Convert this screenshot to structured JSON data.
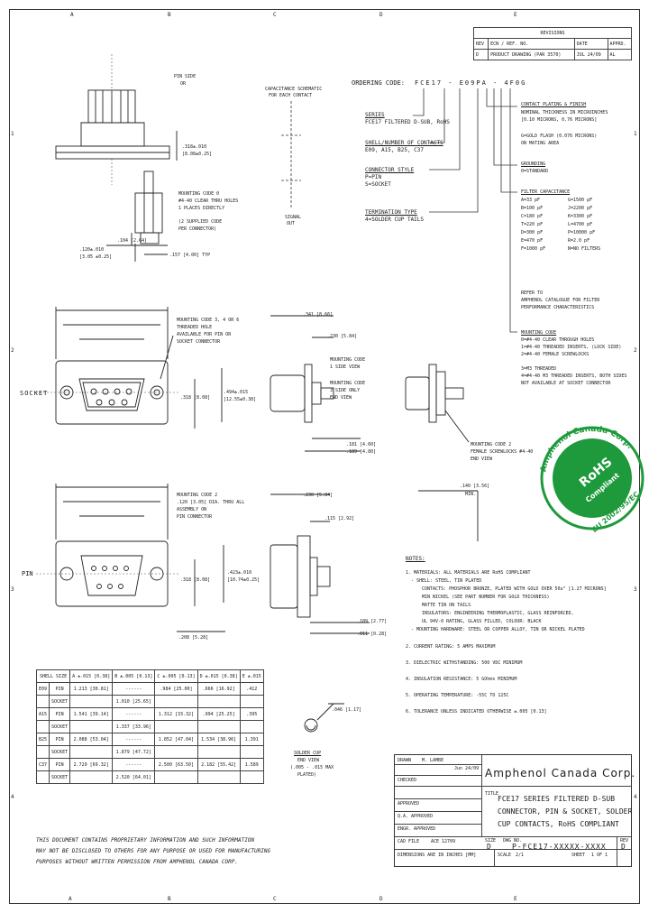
{
  "zones": {
    "columns": [
      "A",
      "B",
      "C",
      "D",
      "E"
    ],
    "rows": [
      "1",
      "2",
      "3",
      "4"
    ]
  },
  "revisions": {
    "title": "REVISIONS",
    "headers": [
      "REV",
      "ECN / REF. NO.",
      "DATE",
      "APPRD."
    ],
    "row": [
      "D",
      "PRODUCT DRAWING (PAR 3570)",
      "JUL 24/09",
      "AL"
    ]
  },
  "ordering": {
    "label": "ORDERING CODE:",
    "code": "FCE17 - E09PA - 4F0G",
    "series_title": "SERIES",
    "series_value": "FCE17 FILTERED D-SUB, RoHS",
    "shell_title": "SHELL/NUMBER OF CONTACTS",
    "shell_value": "E09, A15, B25, C37",
    "style_title": "CONNECTOR STYLE",
    "style_values": [
      "P=PIN",
      "S=SOCKET"
    ],
    "termination_title": "TERMINATION TYPE",
    "termination_value": "4=SOLDER CUP TAILS",
    "contact_plating_title": "CONTACT PLATING & FINISH",
    "contact_plating_values": [
      "NOMINAL THICKNESS IN MICROINCHES",
      "[0.10 MICRONS, 0.76 MICRONS]",
      "G=GOLD FLASH (0.076 MICRONS)",
      "ON MATING AREA"
    ],
    "grounding_title": "GROUNDING",
    "grounding_value": "0=STANDARD",
    "filter_title": "FILTER CAPACITANCE",
    "filter_values": [
      "A=33 pF",
      "B=100 pF",
      "C=180 pF",
      "T=220 pF",
      "D=300 pF",
      "E=470 pF",
      "F=1000 pF",
      "G=1500 pF",
      "J=2200 pF",
      "K=3300 pF",
      "L=4700 pF",
      "P=10000 pF",
      "R=2.0 pF",
      "N=NO FILTERS"
    ],
    "refer_note": [
      "REFER TO",
      "AMPHENOL CATALOGUE FOR FILTER",
      "PERFORMANCE CHARACTERISTICS"
    ],
    "mounting_title": "MOUNTING CODE",
    "mounting_values": [
      "0=#4-40 CLEAR THROUGH HOLES",
      "1=#4-40 THREADED INSERTS, (LOCK SIDE)",
      "2=#4-40 FEMALE SCREWLOCKS",
      "3=M3 THREADED",
      "4=#4-40 M3 THREADED INSERTS, BOTH SIDES",
      "NOT AVAILABLE AT SOCKET CONNECTOR"
    ]
  },
  "schematic": {
    "title": "CAPACITANCE SCHEMATIC",
    "subtitle": "FOR EACH CONTACT",
    "in_label": "SIGNAL",
    "out_label": "OUT"
  },
  "side_view_top": {
    "pin_label": "PIN SIDE",
    "pin_value": "OR",
    "dim1": ".318±.010",
    "dim1_metric": "[8.08±0.25]",
    "mount_note": [
      "MOUNTING CODE 0",
      "#4-40 CLEAR THRU HOLES",
      "1 PLACES DIRECTLY",
      "(2 SUPPLIED CODE",
      "PER CONNECTOR)"
    ],
    "dim2": ".120±.010",
    "dim2_metric": "[3.05 ±0.25]",
    "dim3": ".157 [4.00] TYP",
    "dim4": ".104 [2.64]"
  },
  "socket_view": {
    "label": "SOCKET",
    "note": [
      "MOUNTING CODE 3, 4 OR 6",
      "THREADED HOLE",
      "AVAILABLE FOR PIN OR",
      "SOCKET CONNECTOR"
    ],
    "dim_h": ".318 [8.08]",
    "dim_h2": ".494±.015",
    "dim_h2_metric": "[12.55±0.38]"
  },
  "side_view_mid": {
    "dim_top": ".341 [8.66]",
    "dim_small": ".230 [5.84]",
    "notes": [
      "MOUNTING CODE",
      "1 SIDE VIEW",
      "MOUNTING CODE",
      "3 SIDE ONLY",
      "END VIEW"
    ],
    "dim_bottom": ".181 [4.60]",
    "dim_bottom2": ".189 [4.80]",
    "mount2_note": [
      "MOUNTING CODE 2",
      "FEMALE SCREWLOCKS #4-40",
      "END VIEW"
    ]
  },
  "pin_view": {
    "label": "PIN",
    "note": [
      "MOUNTING CODE 2",
      ".120 [3.05] DIA. THRU ALL",
      "ASSEMBLY ON",
      "PIN CONNECTOR"
    ],
    "dim": ".318 [8.08]",
    "dim2": ".208 [5.28]",
    "dim3": ".423±.010",
    "dim3_metric": "[10.74±0.25]"
  },
  "side_view_low": {
    "dim_top": ".230 [5.84]",
    "dim_a": ".140 [3.56]",
    "dim_a2": "MIN.",
    "dim_b": ".115 [2.92]",
    "dim_c": ".109 [2.77]",
    "dim_d": ".011 [0.28]"
  },
  "dim_table": {
    "headers": [
      "SHELL SIZE",
      "A ±.015 [0.38]",
      "B ±.005 [0.13]",
      "C ±.005 [0.13]",
      "D ±.015 [0.38]",
      "E ±.015"
    ],
    "rows": [
      [
        "E09",
        "PIN",
        "1.213 [30.81]",
        "------",
        ".984 [25.00]",
        ".666 [16.92]",
        ".412"
      ],
      [
        "",
        "SOCKET",
        "",
        "1.010 [25.65]",
        "",
        "",
        ""
      ],
      [
        "A15",
        "PIN",
        "1.541 [39.14]",
        "------",
        "1.312 [33.32]",
        ".994 [25.25]",
        ".395"
      ],
      [
        "",
        "SOCKET",
        "",
        "1.337 [33.96]",
        "",
        "",
        ""
      ],
      [
        "B25",
        "PIN",
        "2.088 [53.04]",
        "------",
        "1.852 [47.04]",
        "1.534 [38.96]",
        "1.391"
      ],
      [
        "",
        "SOCKET",
        "",
        "1.879 [47.72]",
        "",
        "",
        ""
      ],
      [
        "C37",
        "PIN",
        "2.729 [69.32]",
        "------",
        "2.500 [63.50]",
        "2.182 [55.42]",
        "1.589"
      ],
      [
        "",
        "SOCKET",
        "",
        "2.520 [64.01]",
        "",
        "",
        ""
      ]
    ]
  },
  "solder_cup": {
    "dim": ".046 [1.17]",
    "title": "SOLDER CUP",
    "sub": [
      "END VIEW",
      "(.005 - .015 MAX",
      "PLATED)"
    ]
  },
  "notes": {
    "title": "NOTES:",
    "items": [
      "1. MATERIALS: ALL MATERIALS ARE RoHS COMPLIANT",
      "- SHELL: STEEL, TIN PLATED",
      "CONTACTS: PHOSPHOR BRONZE, PLATED WITH GOLD OVER 50u\" [1.27 MICRONS]",
      "MIN NICKEL (SEE PART NUMBER FOR GOLD THICKNESS)",
      "MATTE TIN ON TAILS",
      "INSULATORS: ENGINEERING THERMOPLASTIC, GLASS REINFORCED,",
      "UL 94V-0 RATING, GLASS FILLED, COLOUR: BLACK",
      "- MOUNTING HARDWARE: STEEL OR COPPER ALLOY, TIN OR NICKEL PLATED",
      "2. CURRENT RATING: 5 AMPS MAXIMUM",
      "3. DIELECTRIC WITHSTANDING: 500 VDC MINIMUM",
      "4. INSULATION RESISTANCE: 5 GOhms MINIMUM",
      "5. OPERATING TEMPERATURE: -55C TO 125C",
      "6. TOLERANCE UNLESS INDICATED OTHERWISE ±.005 [0.13]"
    ]
  },
  "rohs": {
    "ring_text": "Amphenol Canada Corp.",
    "center": "RoHS",
    "sub": "Compliant",
    "bottom": "EU 2002/95/EC"
  },
  "title_block": {
    "company": "Amphenol Canada Corp.",
    "title_label": "TITLE",
    "title_lines": [
      "FCE17 SERIES FILTERED D-SUB",
      "CONNECTOR, PIN & SOCKET, SOLDER",
      "CUP CONTACTS, RoHS COMPLIANT"
    ],
    "drawn_label": "DRAWN",
    "drawn_value": "M. LAMBE",
    "drawn_date": "Jun 24/09",
    "checked_label": "CHECKED",
    "approved_label": "APPROVED",
    "qa_label": "Q.A. APPROVED",
    "engr_label": "ENGR. APPROVED",
    "scale_label": "SCALE",
    "size_label": "SIZE",
    "dwg_label": "DWG NO.",
    "size_value": "D",
    "dwg_value": "P-FCE17-XXXXX-XXXX",
    "rev_label": "REV",
    "rev_value": "D",
    "cad_label": "CAD FILE",
    "cad_value": "ACE 12709",
    "sheet_label": "SHEET",
    "sheet_value": "1 OF 1",
    "dim_units": "DIMENSIONS ARE IN INCHES [MM]",
    "scale_value": "2/1"
  },
  "disclaimer": [
    "THIS DOCUMENT CONTAINS PROPRIETARY INFORMATION AND SUCH INFORMATION",
    "MAY NOT BE DISCLOSED TO OTHERS FOR ANY PURPOSE OR USED FOR MANUFACTURING",
    "PURPOSES WITHOUT WRITTEN PERMISSION FROM AMPHENOL CANADA CORP."
  ],
  "colors": {
    "rohs_green": "#1e9a3c",
    "ink": "#1a1a1a"
  }
}
